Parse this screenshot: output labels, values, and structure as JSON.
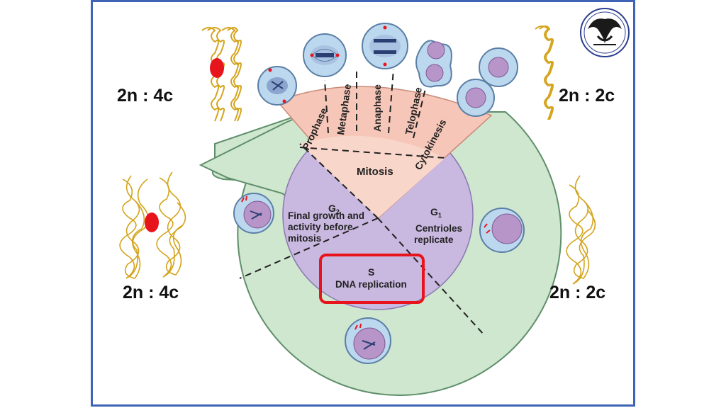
{
  "ratios": {
    "top_left": "2n : 4c",
    "top_right": "2n : 2c",
    "bottom_left": "2n : 4c",
    "bottom_right": "2n : 2c"
  },
  "mitosis_phases": [
    "Prophase",
    "Metaphase",
    "Anaphase",
    "Telophase",
    "Cytokinesis"
  ],
  "labels": {
    "mitosis": "Mitosis",
    "g2_letter": "G",
    "g2_sub": "2",
    "g2_lines": [
      "Final growth and",
      "activity before",
      "mitosis"
    ],
    "g1_letter": "G",
    "g1_sub": "1",
    "g1_lines": [
      "Centrioles",
      "replicate"
    ],
    "s_letter": "S",
    "s_desc": "DNA replication"
  },
  "colors": {
    "frame": "#3f63b5",
    "outer_ring": "#cfe6cf",
    "inner_disc": "#c9b8e0",
    "mitosis_fan": "#f6c6b8",
    "highlight_box": "#e8141c",
    "chromosome": "#d4a41c",
    "centromere": "#e8141c"
  },
  "icons": [
    "university-seal-icon"
  ]
}
